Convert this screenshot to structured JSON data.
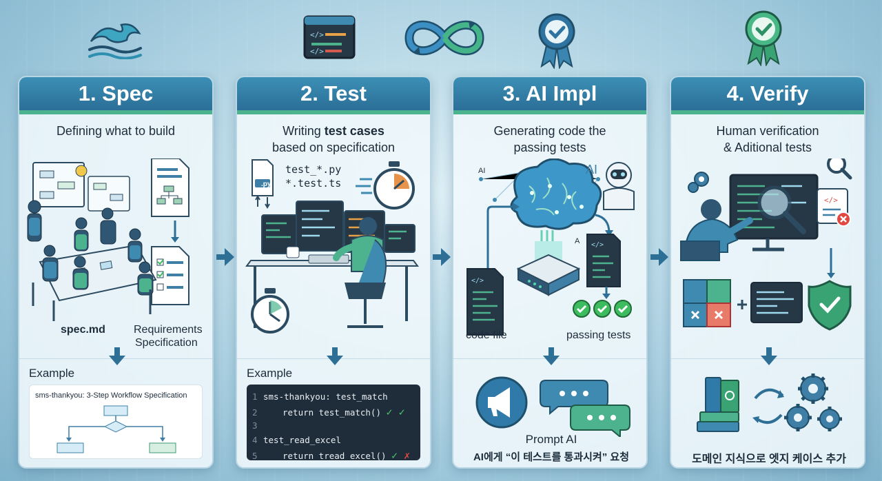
{
  "steps": [
    {
      "title": "1. Spec",
      "subtitle": "Defining what to build",
      "labels": {
        "a": "spec.md",
        "b1": "Requirements",
        "b2": "Specification"
      },
      "example_label": "Example",
      "example_card_title": "sms-thankyou: 3-Step Workflow Specification",
      "icon": "wave-icon"
    },
    {
      "title": "2. Test",
      "subtitle_pre": "Writing ",
      "subtitle_bold": "test cases",
      "subtitle_line2": "based on specification",
      "labels": {
        "file1": "test_*.py",
        "file2": "*.test.ts",
        "ext": ".py"
      },
      "example_label": "Example",
      "code": [
        {
          "n": "1",
          "text": "sms-thankyou: test_match",
          "indent": false,
          "mark": ""
        },
        {
          "n": "2",
          "text": "return test_match()",
          "indent": true,
          "mark": "✓ ✓"
        },
        {
          "n": "3",
          "text": "",
          "indent": false,
          "mark": ""
        },
        {
          "n": "4",
          "text": "test_read_excel",
          "indent": false,
          "mark": ""
        },
        {
          "n": "5",
          "text": "return tread_excel()",
          "indent": true,
          "mark": "✓ ✗"
        }
      ],
      "icon": "code-window-icon"
    },
    {
      "title": "3. AI Impl",
      "subtitle_line1": "Generating code the",
      "subtitle_line2": "passing tests",
      "labels": {
        "a": "code file",
        "b": "passing tests",
        "ai": "AI",
        "ai_small": "AI",
        "a_small": "A"
      },
      "prompt_title": "Prompt AI",
      "prompt_text": "AI에게 “이 테스트를 통과시켜” 요청",
      "icon": "infinity-loop-icon"
    },
    {
      "title": "4. Verify",
      "subtitle_line1": "Human verification",
      "subtitle_line2": "& Aditional tests",
      "footer": "도메인 지식으로 엣지 케이스 추가",
      "icon": "verified-badge-icon"
    }
  ],
  "colors": {
    "header": "#2b6f98",
    "accent": "#4db38e",
    "arrow": "#2e6f96",
    "pass": "#3dbb5f",
    "fail": "#e2483f"
  }
}
